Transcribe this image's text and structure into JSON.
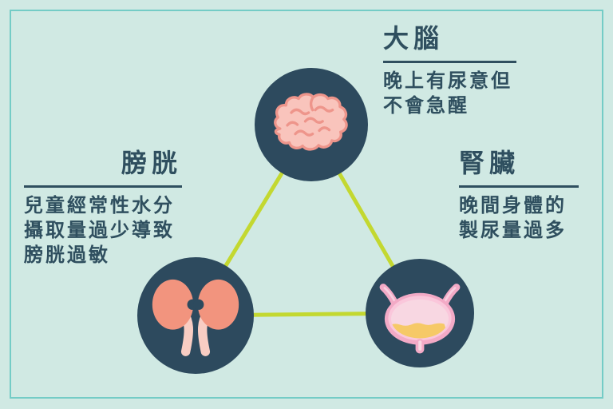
{
  "figure": {
    "background_color": "#d0e9e3",
    "frame_color": "#74ccc6",
    "circle_color": "#2d4a5e",
    "text_color": "#2f4f5f",
    "connector_color": "#c3d830"
  },
  "labels": {
    "brain": {
      "title": "大腦",
      "lines": [
        "晚上有尿意但",
        "不會急醒"
      ]
    },
    "bladder": {
      "title": "膀胱",
      "lines": [
        "兒童經常性水分",
        "攝取量過少導致",
        "膀胱過敏"
      ]
    },
    "kidney": {
      "title": "腎臟",
      "lines": [
        "晚間身體的",
        "製尿量過多"
      ]
    }
  },
  "icons": {
    "top_center": "brain-icon",
    "bottom_left": "kidneys-icon",
    "bottom_right": "bladder-icon"
  },
  "organ_colors": {
    "brain_fill": "#f9c4bc",
    "brain_line": "#ee958b",
    "kidney_fill": "#f2947e",
    "ureter": "#f8cdc3",
    "bladder_outer": "#f3aac6",
    "bladder_mid": "#fac7db",
    "bladder_inner": "#f8d7e2",
    "urine": "#f6c967"
  }
}
